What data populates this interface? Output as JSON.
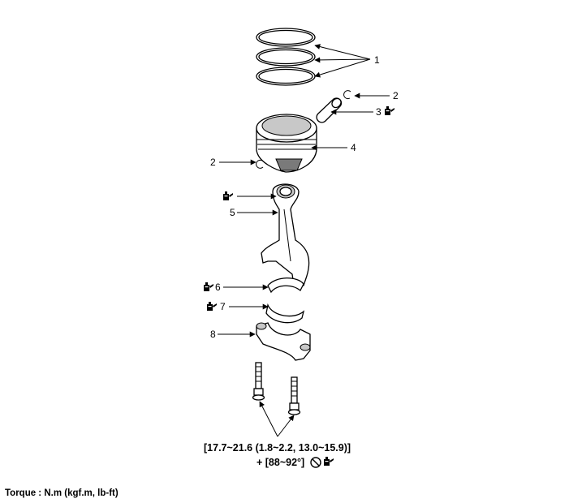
{
  "callouts": {
    "piston_rings": "1",
    "snap_ring_right": "2",
    "piston_pin": "3",
    "piston": "4",
    "snap_ring_left": "2",
    "connecting_rod": "5",
    "upper_bearing": "6",
    "lower_bearing": "7",
    "bearing_cap": "8"
  },
  "spec": {
    "line1": "[17.7~21.6 (1.8~2.2, 13.0~15.9)]",
    "line2": "+ [88~92°]"
  },
  "footer": {
    "torque_note": "Torque : N.m (kgf.m, lb-ft)"
  },
  "icons": [
    "oil-can-icon",
    "do-not-reuse-icon"
  ]
}
